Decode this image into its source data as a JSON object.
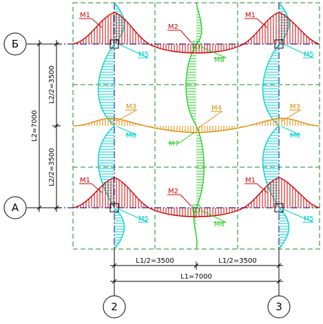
{
  "axes": {
    "rows": [
      {
        "id": "B",
        "label": "Б"
      },
      {
        "id": "A",
        "label": "А"
      }
    ],
    "columns": [
      {
        "id": "2",
        "label": "2"
      },
      {
        "id": "3",
        "label": "3"
      }
    ]
  },
  "dimensions": {
    "bottom_half_left": "L1/2=3500",
    "bottom_half_right": "L1/2=3500",
    "bottom_total": "L1=7000",
    "left_half_top": "L2/2=3500",
    "left_half_bottom": "L2/2=3500",
    "left_total": "L2=7000"
  },
  "moment_labels": {
    "b_left_m1": "M1",
    "b_mid_m2": "M2",
    "b_right_m1": "M1",
    "b_left_m5": "M5",
    "b_mid_m8": "M8",
    "b_right_m5": "M5",
    "c_left_m3": "M3",
    "c_mid_m4": "M4",
    "c_right_m3": "M3",
    "c_left_m6": "M6",
    "c_mid_m7": "M7",
    "c_right_m6": "M6",
    "a_left_m1": "M1",
    "a_mid_m2": "M2",
    "a_right_m1": "M1",
    "a_left_m5": "M5",
    "a_mid_m8": "M8",
    "a_right_m5": "M5"
  },
  "colors": {
    "grid": "#1a8a1a",
    "red_moment": "#cc0000",
    "orange_moment": "#e08a00",
    "green_moment": "#22cc22",
    "cyan_moment": "#00d0d0",
    "support_line": "#1a1aa0",
    "dimension": "#000000"
  }
}
